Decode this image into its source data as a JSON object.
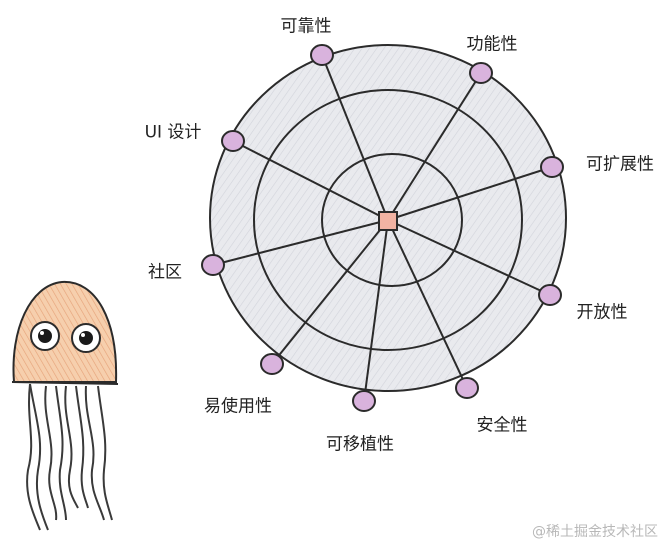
{
  "diagram": {
    "center_marker": "square",
    "spokes": [
      {
        "label": "可靠性"
      },
      {
        "label": "功能性"
      },
      {
        "label": "可扩展性"
      },
      {
        "label": "开放性"
      },
      {
        "label": "安全性"
      },
      {
        "label": "可移植性"
      },
      {
        "label": "易使用性"
      },
      {
        "label": "社区"
      },
      {
        "label": "UI 设计"
      }
    ],
    "colors": {
      "ring_fill": "#e6e7ec",
      "stroke": "#2b2b2b",
      "node_fill": "#d9b3dd",
      "center_fill": "#f2b3a3",
      "jellyfish_fill": "#f3c29b"
    }
  },
  "mascot": {
    "icon": "jellyfish-icon"
  },
  "watermark": {
    "text": "@稀土掘金技术社区"
  }
}
